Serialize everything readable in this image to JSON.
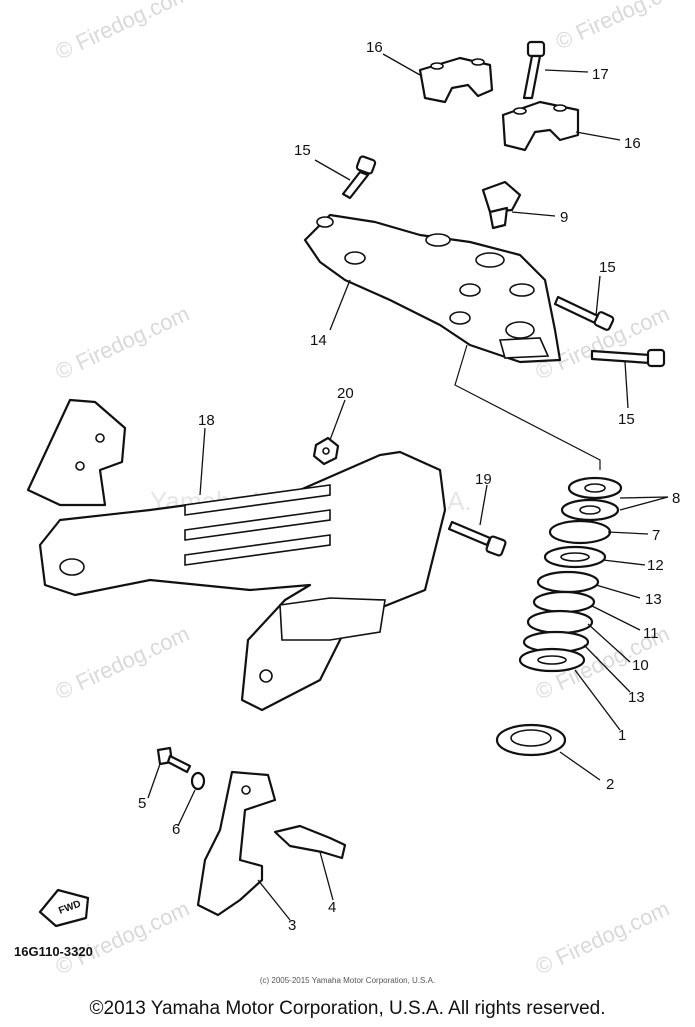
{
  "diagram": {
    "callouts": [
      "16",
      "17",
      "16",
      "15",
      "9",
      "15",
      "14",
      "15",
      "20",
      "18",
      "19",
      "8",
      "7",
      "12",
      "13",
      "11",
      "10",
      "13",
      "1",
      "2",
      "5",
      "6",
      "4",
      "3"
    ],
    "fwd_label": "FWD",
    "reference_code": "16G110-3320",
    "small_copyright": "(c) 2005-2015 Yamaha Motor Corporation, U.S.A.",
    "center_watermark": "Yamaha Motor Corp. U.S.A.",
    "watermark": "© Firedog.com"
  },
  "footer": {
    "copyright": "©2013 Yamaha Motor Corporation, U.S.A. All rights reserved."
  },
  "colors": {
    "line": "#111111",
    "watermark": "#d9d9d9",
    "background": "#ffffff"
  }
}
